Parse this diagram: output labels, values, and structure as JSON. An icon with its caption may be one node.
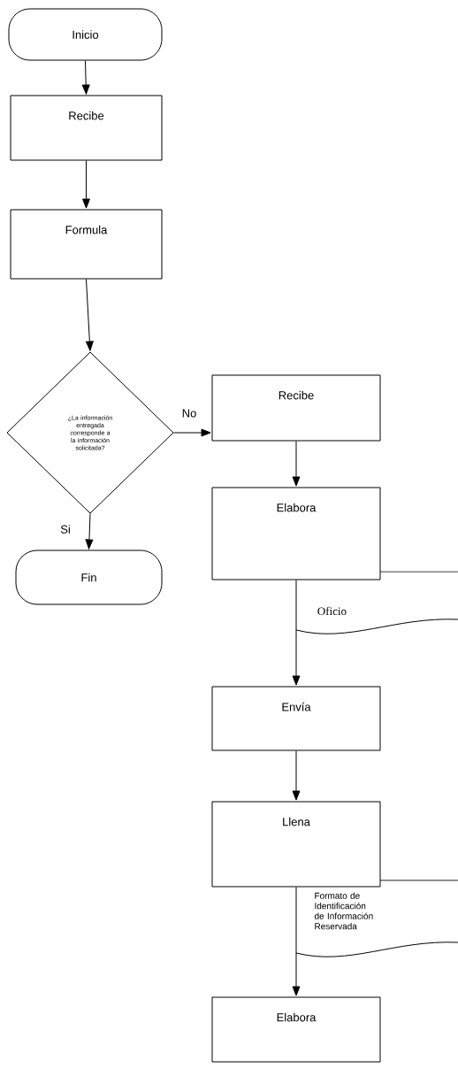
{
  "diagram": {
    "nodes": [
      {
        "text": [
          "Inicio"
        ]
      },
      {
        "text": [
          "Recibe"
        ]
      },
      {
        "text": [
          "Formula"
        ]
      },
      {
        "text": [
          "¿La información entregada corresponde a la información solicitada?"
        ]
      },
      {
        "text": [
          "Recibe"
        ]
      },
      {
        "text": [
          "Fin"
        ]
      },
      {
        "text": [
          "Elabora"
        ]
      },
      {
        "text": [
          "Oficio"
        ]
      },
      {
        "text": [
          "Envía"
        ]
      },
      {
        "text": [
          "Llena"
        ]
      },
      {
        "text": [
          "Formato de Identificación de Información Reservada"
        ]
      },
      {
        "text": [
          "Elabora"
        ]
      }
    ],
    "edges": [
      {
        "from": 0,
        "to": 1,
        "arrow": "to"
      },
      {
        "from": 1,
        "to": 2,
        "arrow": "to"
      },
      {
        "from": 2,
        "to": 3,
        "arrow": "to"
      },
      {
        "from": 3,
        "to": 4,
        "arrow": "to",
        "label": "No"
      },
      {
        "from": 3,
        "to": 5,
        "arrow": "to",
        "label": "Si"
      },
      {
        "from": 4,
        "to": 6,
        "arrow": "to"
      },
      {
        "from": 6,
        "to": 8,
        "arrow": "to"
      },
      {
        "from": 8,
        "to": 9,
        "arrow": "to"
      },
      {
        "from": 9,
        "to": 11,
        "arrow": "to"
      }
    ]
  }
}
